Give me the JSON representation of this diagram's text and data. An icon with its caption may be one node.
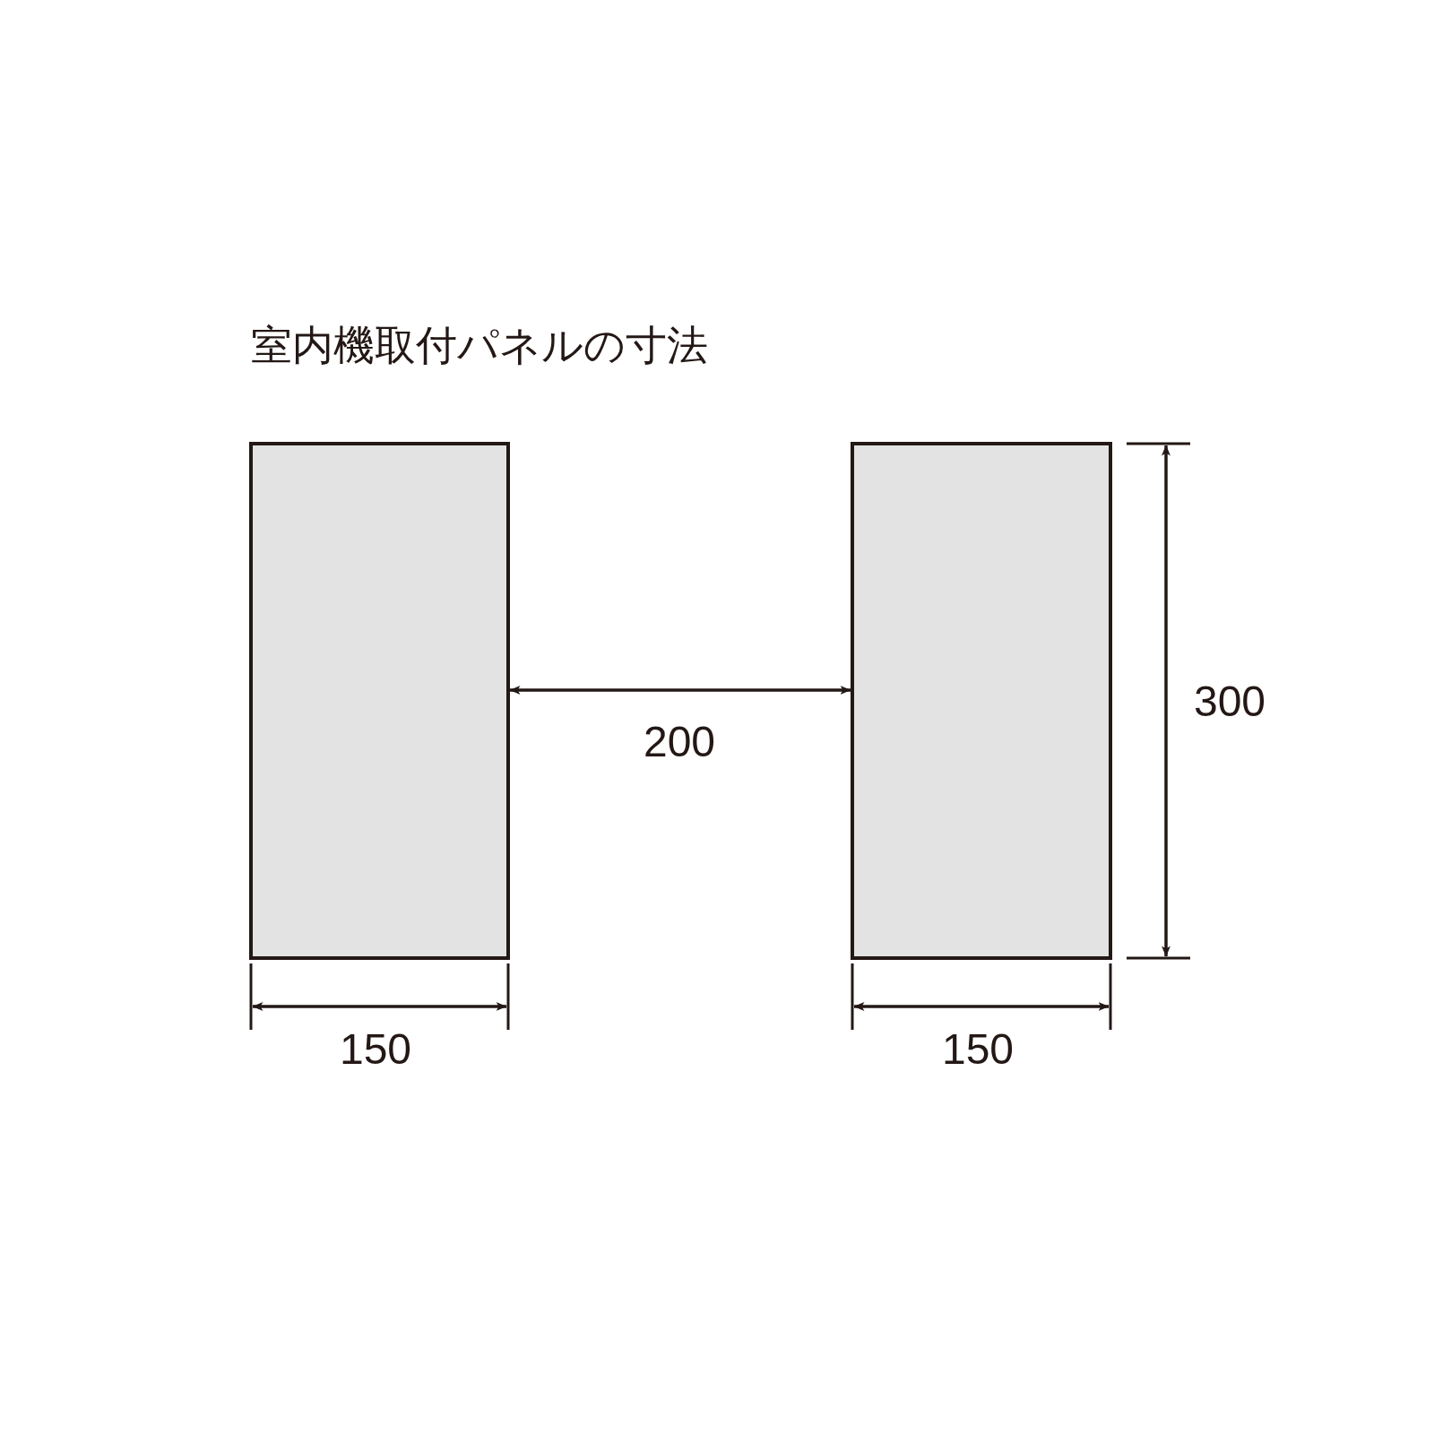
{
  "diagram": {
    "title": "室内機取付パネルの寸法",
    "labels": [
      "200",
      "300",
      "150",
      "150"
    ]
  }
}
